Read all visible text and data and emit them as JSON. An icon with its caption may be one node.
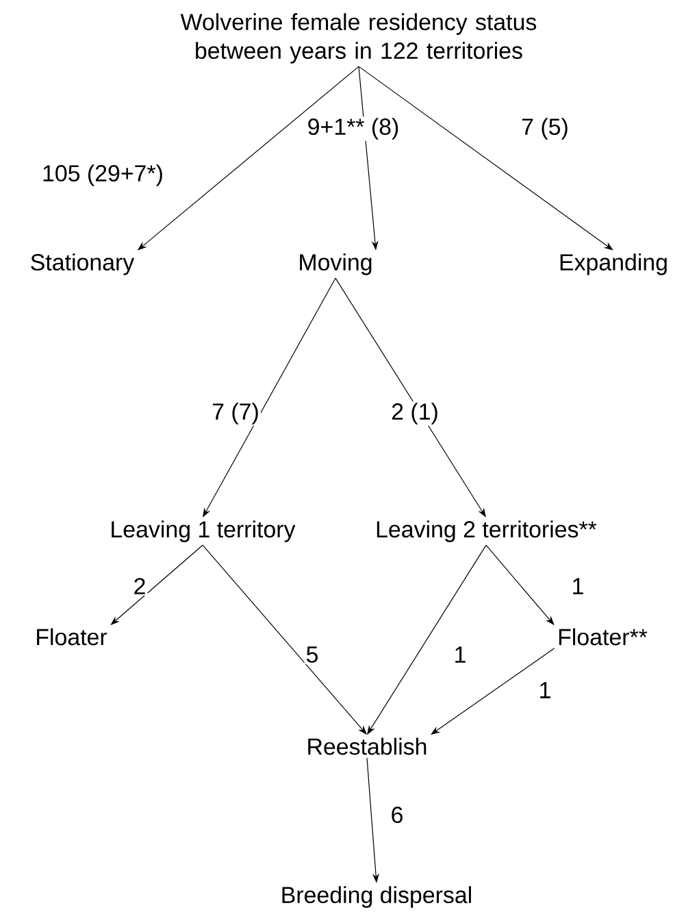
{
  "diagram": {
    "nodes": [
      {
        "text": [
          "Wolverine female residency status between years in 122 territories"
        ]
      },
      {
        "text": [
          "Stationary"
        ]
      },
      {
        "text": [
          "Moving"
        ]
      },
      {
        "text": [
          "Expanding"
        ]
      },
      {
        "text": [
          "Leaving 1 territory"
        ]
      },
      {
        "text": [
          "Leaving 2 territories**"
        ]
      },
      {
        "text": [
          "Floater"
        ]
      },
      {
        "text": [
          "Floater**"
        ]
      },
      {
        "text": [
          "Reestablish"
        ]
      },
      {
        "text": [
          "Breeding dispersal"
        ]
      }
    ],
    "edges": [
      {
        "from": 0,
        "to": 1,
        "arrow": "to",
        "label": "105 (29+7*)"
      },
      {
        "from": 0,
        "to": 2,
        "arrow": "to",
        "label": "9+1** (8)"
      },
      {
        "from": 0,
        "to": 3,
        "arrow": "to",
        "label": "7 (5)"
      },
      {
        "from": 2,
        "to": 4,
        "arrow": "to",
        "label": "7 (7)"
      },
      {
        "from": 2,
        "to": 5,
        "arrow": "to",
        "label": "2 (1)"
      },
      {
        "from": 4,
        "to": 6,
        "arrow": "to",
        "label": "2"
      },
      {
        "from": 4,
        "to": 8,
        "arrow": "to",
        "label": "5"
      },
      {
        "from": 5,
        "to": 8,
        "arrow": "to",
        "label": "1"
      },
      {
        "from": 5,
        "to": 7,
        "arrow": "to",
        "label": "1"
      },
      {
        "from": 7,
        "to": 8,
        "arrow": "to",
        "label": "1"
      },
      {
        "from": 8,
        "to": 9,
        "arrow": "to",
        "label": "6"
      }
    ]
  }
}
